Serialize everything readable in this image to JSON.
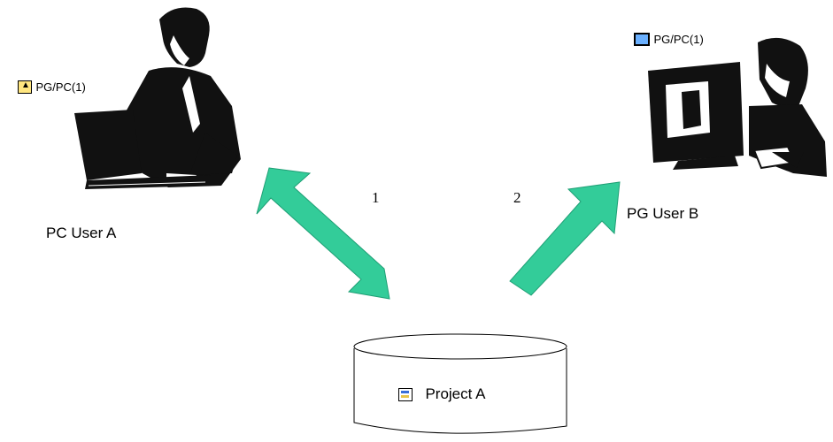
{
  "user_a": {
    "name": "PC User A",
    "station_tag": "PG/PC(1)",
    "station_icon": "upload-station-icon"
  },
  "user_b": {
    "name": "PG User B",
    "station_tag": "PG/PC(1)",
    "station_icon": "monitor-station-icon"
  },
  "project": {
    "name": "Project A",
    "icon": "project-icon"
  },
  "arrows": {
    "first_label": "1",
    "second_label": "2",
    "color": "#33cc99"
  }
}
